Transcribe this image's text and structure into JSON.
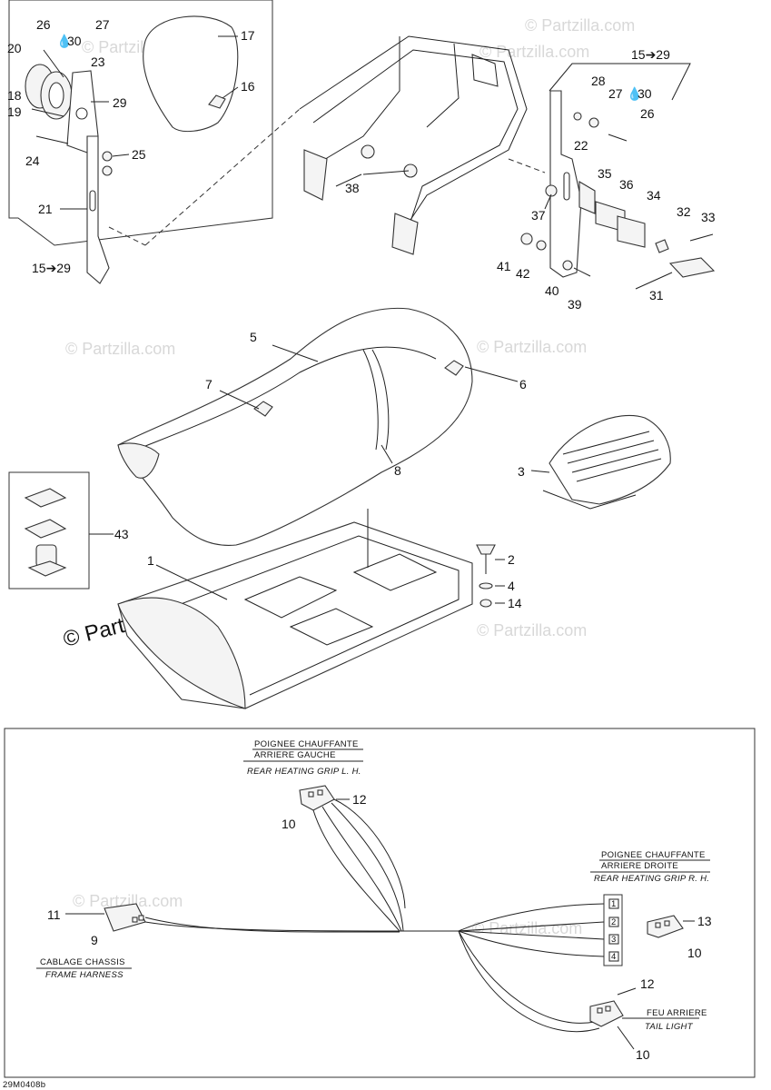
{
  "watermarks": {
    "small": "© Partzilla.com",
    "large": "© Partzilla.com"
  },
  "callouts": {
    "c1": "1",
    "c2": "2",
    "c3": "3",
    "c4": "4",
    "c5": "5",
    "c6": "6",
    "c7": "7",
    "c8": "8",
    "c9": "9",
    "c10a": "10",
    "c10b": "10",
    "c10c": "10",
    "c11": "11",
    "c12a": "12",
    "c12b": "12",
    "c13": "13",
    "c14": "14",
    "c16": "16",
    "c17": "17",
    "c18": "18",
    "c19": "19",
    "c20": "20",
    "c21": "21",
    "c22": "22",
    "c23": "23",
    "c24": "24",
    "c25": "25",
    "c26a": "26",
    "c26b": "26",
    "c27a": "27",
    "c27b": "27",
    "c28": "28",
    "c29": "29",
    "c30a": "30",
    "c30b": "30",
    "c31": "31",
    "c32": "32",
    "c33": "33",
    "c34": "34",
    "c35": "35",
    "c36": "36",
    "c37": "37",
    "c38": "38",
    "c39": "39",
    "c40": "40",
    "c41": "41",
    "c42": "42",
    "c43": "43",
    "range_left": "15➔29",
    "range_right": "15➔29"
  },
  "wiring": {
    "rear_left_fr1": "POIGNEE CHAUFFANTE",
    "rear_left_fr2": "ARRIERE GAUCHE",
    "rear_left_en": "REAR HEATING GRIP L. H.",
    "rear_right_fr1": "POIGNEE CHAUFFANTE",
    "rear_right_fr2": "ARRIERE DROITE",
    "rear_right_en": "REAR HEATING GRIP R. H.",
    "frame_fr": "CABLAGE CHASSIS",
    "frame_en": "FRAME HARNESS",
    "tail_fr": "FEU ARRIERE",
    "tail_en": "TAIL LIGHT",
    "pins": [
      "1",
      "2",
      "3",
      "4"
    ]
  },
  "diagram_code": "29M0408b"
}
